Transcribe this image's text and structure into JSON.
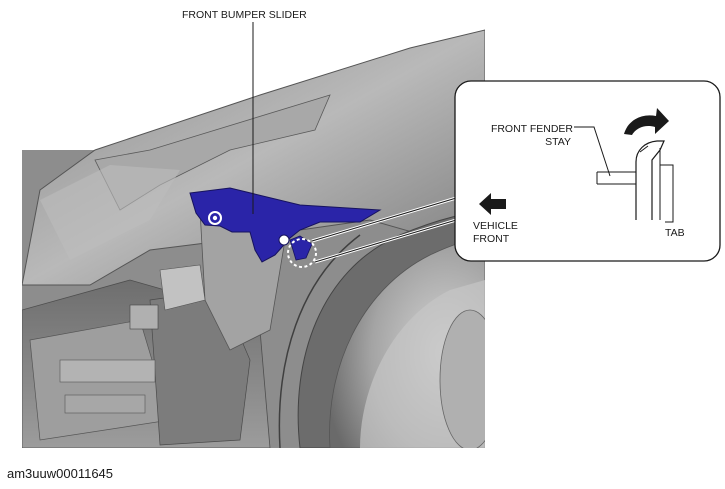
{
  "labels": {
    "bumper_slider": "FRONT BUMPER SLIDER",
    "fender_stay_line1": "FRONT FENDER",
    "fender_stay_line2": "STAY",
    "vehicle_line1": "VEHICLE",
    "vehicle_line2": "FRONT",
    "tab": "TAB"
  },
  "figure_id": "am3uuw00011645",
  "icons": {
    "direction_arrow": "left-arrow-icon",
    "rotation_arrow": "curved-arrow-icon"
  },
  "colors": {
    "highlight_part": "#2a24a8",
    "body_panel": "#9a9a9a",
    "line": "#1a1a1a"
  }
}
